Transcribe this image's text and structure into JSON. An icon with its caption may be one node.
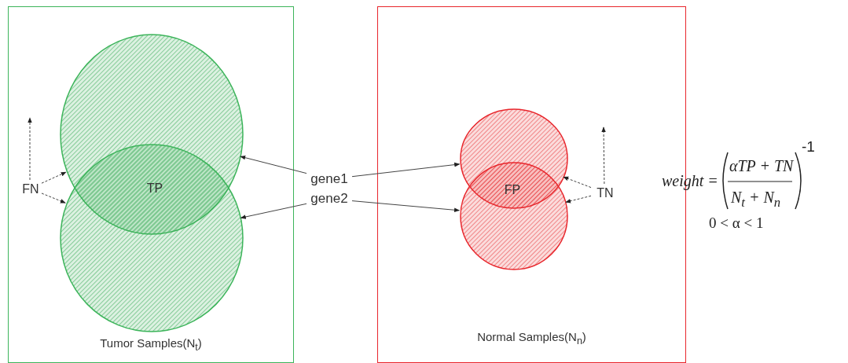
{
  "diagram": {
    "nodes": [
      {
        "text": [
          "Tumor Samples(N$_{t}$)"
        ]
      },
      {
        "text": [],
        "shape": "circle",
        "in": 0
      },
      {
        "text": [],
        "shape": "circle",
        "in": 0
      },
      {
        "text": [
          "TP"
        ]
      },
      {
        "text": [
          "FN"
        ],
        "in": 0
      },
      {
        "text": [
          "Normal Samples(N$_{n}$)"
        ]
      },
      {
        "text": [],
        "shape": "circle",
        "in": 5
      },
      {
        "text": [],
        "shape": "circle",
        "in": 5
      },
      {
        "text": [
          "FP"
        ]
      },
      {
        "text": [
          "TN"
        ],
        "in": 5
      },
      {
        "text": [
          "gene1"
        ]
      },
      {
        "text": [
          "gene2"
        ]
      }
    ],
    "edges": [
      {
        "from": 10,
        "to": 1,
        "arrow": "to"
      },
      {
        "from": 10,
        "to": 6,
        "arrow": "to"
      },
      {
        "from": 11,
        "to": 2,
        "arrow": "to"
      },
      {
        "from": 11,
        "to": 7,
        "arrow": "to"
      },
      {
        "from": 4,
        "to": null,
        "arrow": "to",
        "style": "dashed"
      },
      {
        "from": 4,
        "to": 1,
        "arrow": "to",
        "style": "dashed"
      },
      {
        "from": 4,
        "to": 2,
        "arrow": "to",
        "style": "dashed"
      },
      {
        "from": 9,
        "to": null,
        "arrow": "to",
        "style": "dashed"
      },
      {
        "from": 9,
        "to": 6,
        "arrow": "to",
        "style": "dashed"
      },
      {
        "from": 9,
        "to": 7,
        "arrow": "to",
        "style": "dashed"
      }
    ],
    "labels": [
      "weight =",
      "αTP + TN",
      "N$_{t}$ + N$_{n}$",
      "-1",
      "0 < α < 1"
    ]
  }
}
